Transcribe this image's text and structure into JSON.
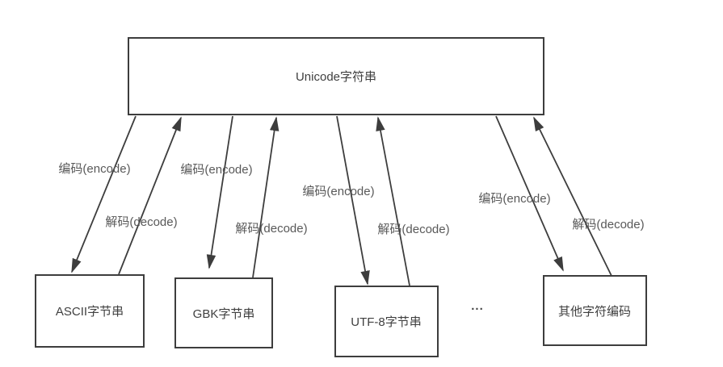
{
  "diagram": {
    "root": {
      "label": "Unicode字符串"
    },
    "nodes": [
      {
        "label": "ASCII字节串"
      },
      {
        "label": "GBK字节串"
      },
      {
        "label": "UTF-8字节串"
      },
      {
        "label": "其他字符编码"
      }
    ],
    "ellipsis": "...",
    "edges": [
      {
        "target": "ASCII字节串",
        "encode_label": "编码(encode)",
        "decode_label": "解码(decode)"
      },
      {
        "target": "GBK字节串",
        "encode_label": "编码(encode)",
        "decode_label": "解码(decode)"
      },
      {
        "target": "UTF-8字节串",
        "encode_label": "编码(encode)",
        "decode_label": "解码(decode)"
      },
      {
        "target": "其他字符编码",
        "encode_label": "编码(encode)",
        "decode_label": "解码(decode)"
      }
    ],
    "colors": {
      "line": "#3d3d3d",
      "node_text": "#404040",
      "edge_label_text": "#595959",
      "background": "#ffffff"
    }
  }
}
